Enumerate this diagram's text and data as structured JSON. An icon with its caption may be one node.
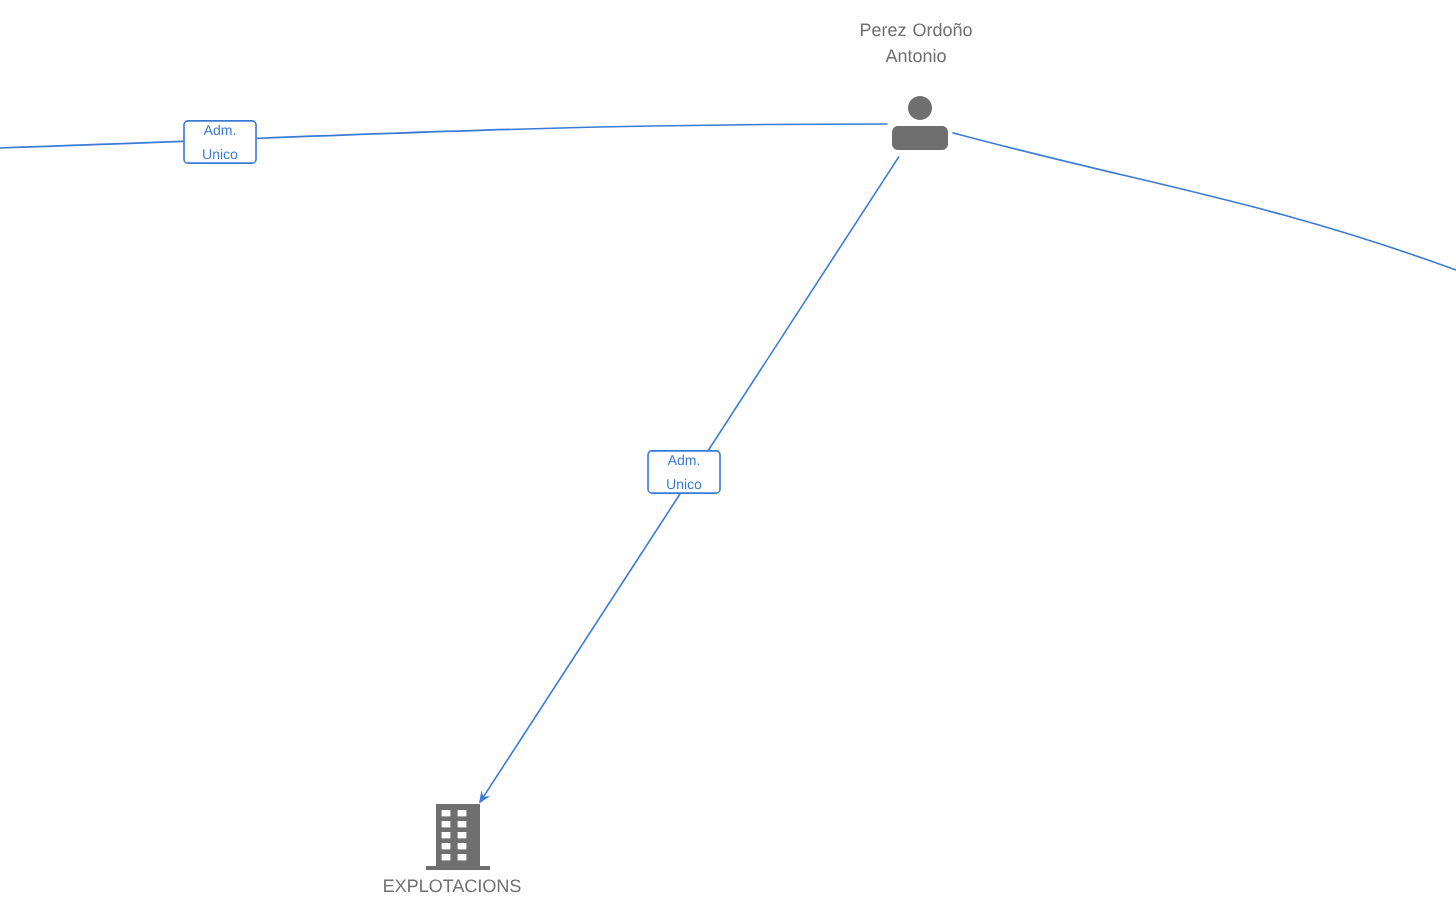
{
  "diagram": {
    "nodes": [
      {
        "text": [
          "Perez Ordoño Antonio"
        ]
      },
      {
        "text": [
          "EXPLOTACIONS"
        ]
      }
    ],
    "edges": [
      {
        "from": null,
        "to": 0,
        "arrow": "none",
        "label": "Adm. Unico"
      },
      {
        "from": 0,
        "to": null,
        "arrow": "none"
      },
      {
        "from": 0,
        "to": 1,
        "arrow": "to",
        "label": "Adm. Unico"
      }
    ]
  }
}
